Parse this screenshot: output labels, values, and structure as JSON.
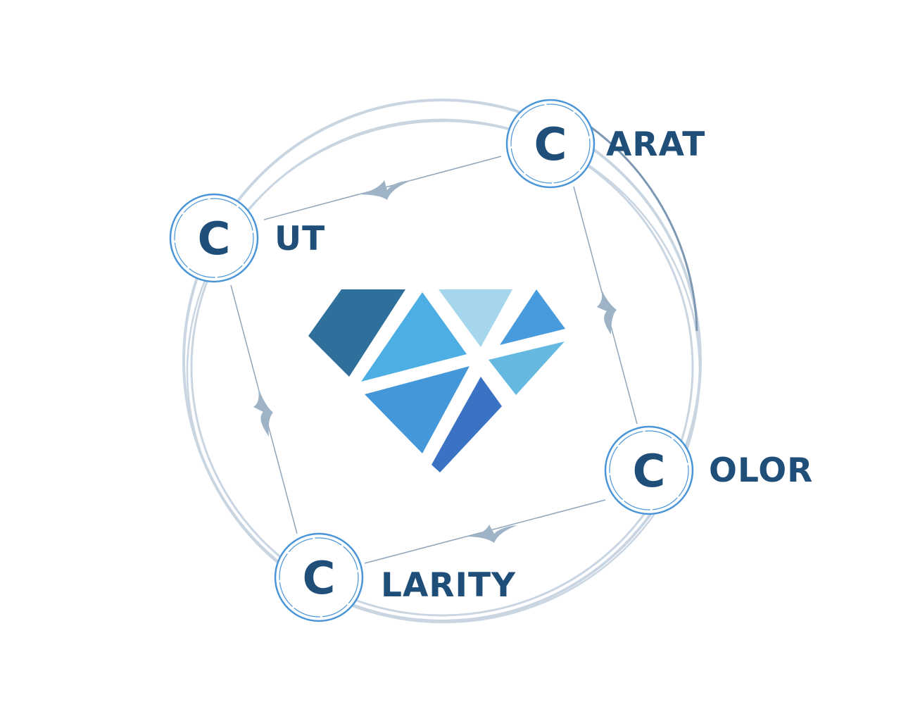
{
  "colors": {
    "text": "#1f4e79",
    "ring": "#c9d6e2",
    "ring_accent": "#7d98b3",
    "node_stroke": "#4a95d8",
    "connector": "#8fa6bd",
    "connector_fill": "#9fb3c6"
  },
  "nodes": {
    "carat": {
      "letter": "C",
      "word": "ARAT"
    },
    "cut": {
      "letter": "C",
      "word": "UT"
    },
    "color": {
      "letter": "C",
      "word": "OLOR"
    },
    "clarity": {
      "letter": "C",
      "word": "LARITY"
    }
  },
  "diamond": {
    "facet_colors": [
      "#2e6f9b",
      "#4daee3",
      "#a5d6ec",
      "#489cdd",
      "#65b9e0",
      "#4497d9",
      "#3a72c4"
    ]
  }
}
